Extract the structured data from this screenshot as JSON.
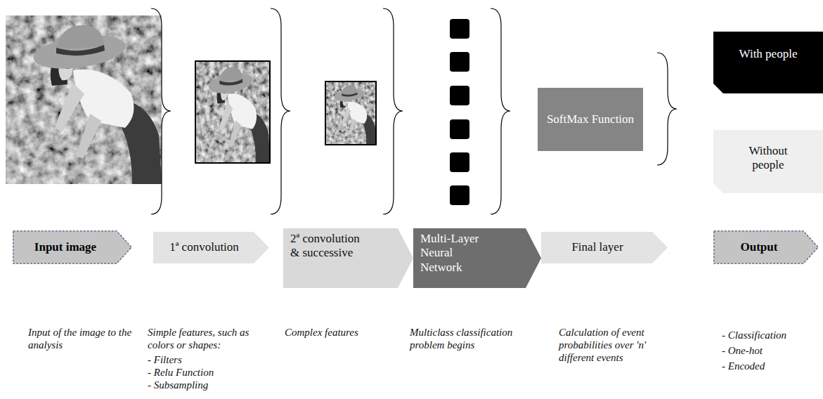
{
  "diagram": {
    "nodes": [
      {
        "text": [
          "SoftMax Function"
        ]
      },
      {
        "text": [
          "With people"
        ]
      },
      {
        "text": [
          "Without people"
        ]
      },
      {
        "text": [
          "Input image"
        ]
      },
      {
        "text": [
          "1ª convolution"
        ]
      },
      {
        "text": [
          "2ª convolution & successive"
        ]
      },
      {
        "text": [
          "Multi-Layer Neural Network"
        ]
      },
      {
        "text": [
          "Final layer"
        ]
      },
      {
        "text": [
          "Output"
        ]
      }
    ],
    "labels": [
      "Input of the image to the analysis",
      "Simple features, such as colors or shapes:",
      "- Filters",
      "- Relu Function",
      "- Subsampling",
      "Complex features",
      "Multiclass classification problem begins",
      "Calculation of event probabilities over 'n' different events",
      "- Classification",
      "- One-hot",
      "- Encoded"
    ]
  }
}
